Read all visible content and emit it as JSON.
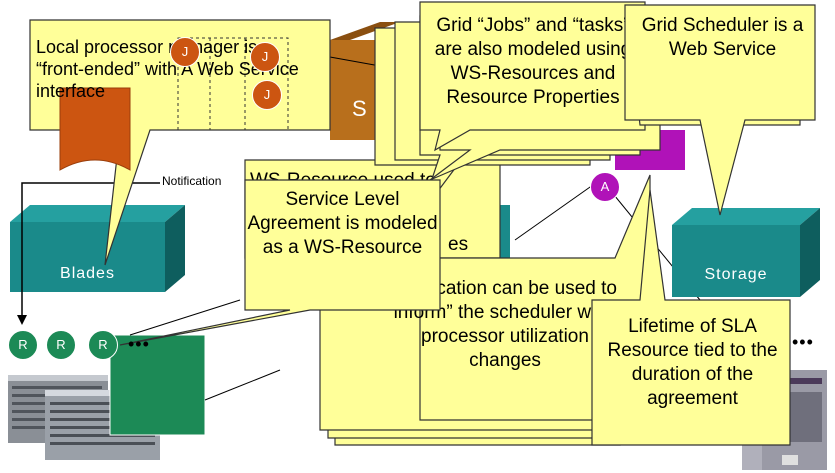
{
  "colors": {
    "callout_fill": "#ffff99",
    "callout_stroke": "#333333",
    "teal": "#1a8a8a",
    "teal_dark": "#0e5e5e",
    "orange": "#cc5511",
    "magenta": "#b012b8",
    "green": "#1c8a56",
    "brown": "#b86f1c"
  },
  "callouts": {
    "local_manager": "Local processor manager is “front-ended” with A Web Service interface",
    "jobs": "Grid “Jobs” and “tasks” are also modeled using WS-Resources and Resource Properties",
    "scheduler": "Grid Scheduler is a Web Service",
    "ws_resource_partial": "WS-Resource used to",
    "ws_resource_partial2": "es",
    "sla": "Service Level Agreement is modeled as a WS-Resource",
    "notification": "Notification can be used to “inform” the scheduler when processor utilization changes",
    "lifetime": "Lifetime of SLA Resource tied to the duration of the agreement"
  },
  "labels": {
    "notification": "Notification",
    "blades": "Blades",
    "storage": "Storage",
    "job": "J",
    "agreement": "A",
    "resource": "R",
    "ellipsis": "•••",
    "server_s": "S"
  }
}
